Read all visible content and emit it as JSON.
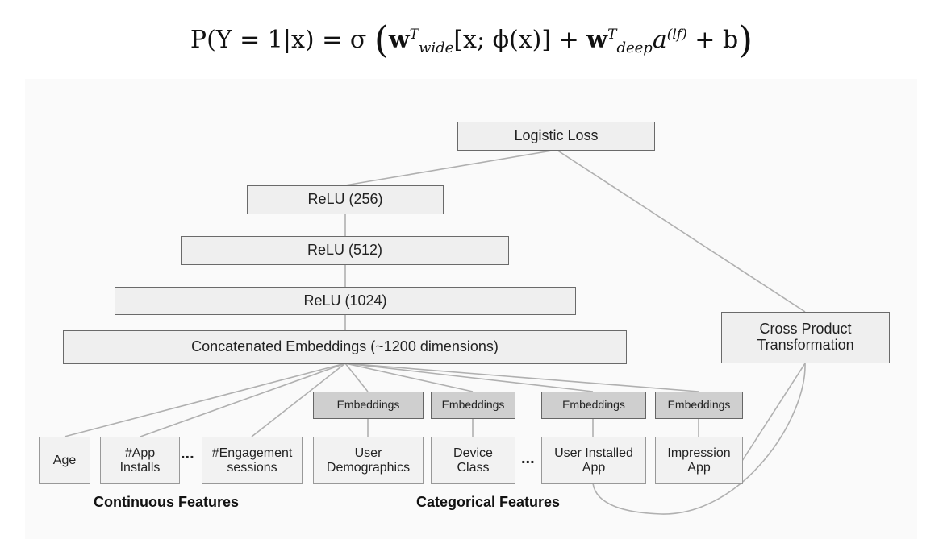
{
  "formula": {
    "lhs": "P(Y = 1|x) = σ",
    "w_wide": "w",
    "sup_T1": "T",
    "sub_wide": "wide",
    "wide_args": "[x; ϕ(x)] +",
    "w_deep": "w",
    "sup_T2": "T",
    "sub_deep": "deep",
    "a": "a",
    "sup_lf": "(lf)",
    "tail": "+ b"
  },
  "nodes": {
    "logistic_loss": "Logistic Loss",
    "relu_256": "ReLU (256)",
    "relu_512": "ReLU (512)",
    "relu_1024": "ReLU (1024)",
    "concat": "Concatenated Embeddings (~1200 dimensions)",
    "cross_product": "Cross Product Transformation",
    "age": "Age",
    "app_installs": "#App Installs",
    "engagement": "#Engagement sessions",
    "user_demographics": "User Demographics",
    "device_class": "Device Class",
    "user_installed_app": "User Installed App",
    "impression_app": "Impression App",
    "embeddings": "Embeddings",
    "ellipsis": "..."
  },
  "captions": {
    "continuous": "Continuous Features",
    "categorical": "Categorical Features"
  },
  "colors": {
    "line": "#b0b0b0",
    "box_fill": "#efefef",
    "embedding_fill": "#cfcfcf"
  }
}
